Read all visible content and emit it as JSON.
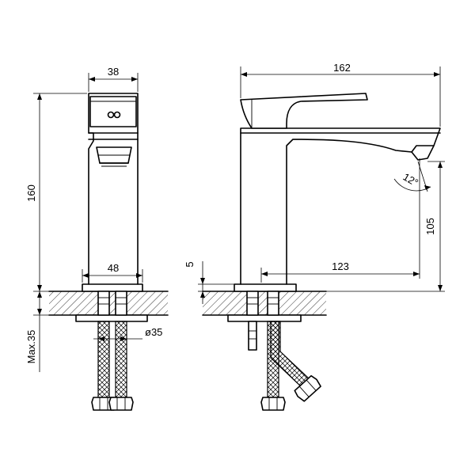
{
  "dimensions": {
    "body_width": "38",
    "height": "160",
    "base_width": "48",
    "max_thickness": "Max.35",
    "hole_diameter": "ø35",
    "overall_length": "162",
    "spout_reach": "123",
    "spout_height": "105",
    "spout_angle": "12°",
    "gap": "5"
  },
  "colors": {
    "line": "#000000",
    "background": "#ffffff"
  }
}
